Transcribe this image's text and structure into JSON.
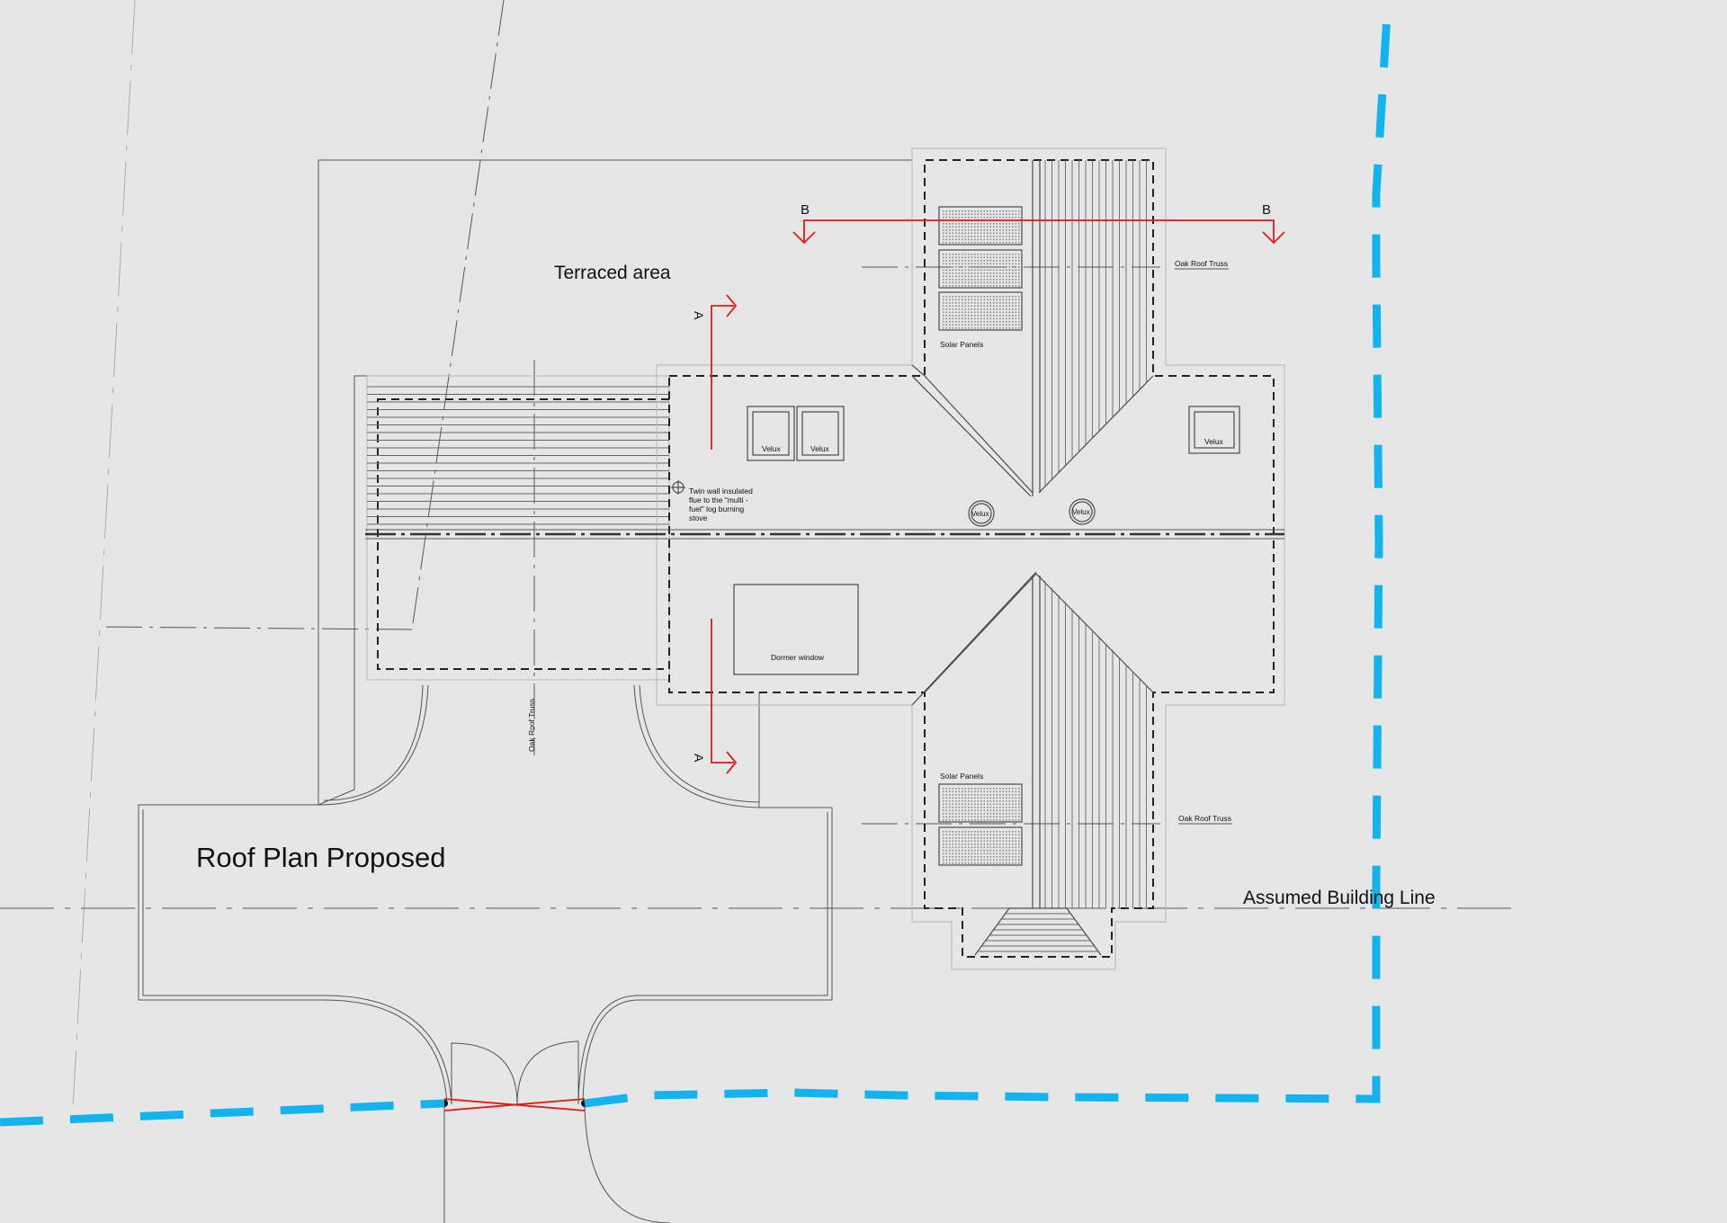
{
  "drawing": {
    "title": "Roof Plan Proposed",
    "area_label": "Terraced area",
    "building_line_label": "Assumed Building Line",
    "section_a": "A",
    "section_b": "B",
    "labels": {
      "oak_truss_upper": "Oak Roof Truss",
      "oak_truss_lower": "Oak Roof Truss",
      "oak_truss_vertical": "Oak Roof Truss",
      "solar_upper": "Solar Panels",
      "solar_lower": "Solar Panels",
      "velux_1": "Velux",
      "velux_2": "Velux",
      "velux_3": "Velux",
      "velux_round_1": "Velux",
      "velux_round_2": "Velux",
      "dormer": "Dormer window",
      "flue_line1": "Twin wall insulated",
      "flue_line2": "flue to the \"multi -",
      "flue_line3": "fuel\" log burning",
      "flue_line4": "stove"
    },
    "colors": {
      "background": "#e6e6e6",
      "boundary": "#11b4ef",
      "section_line": "#e01b1b",
      "linework": "#4a4a4a"
    }
  }
}
